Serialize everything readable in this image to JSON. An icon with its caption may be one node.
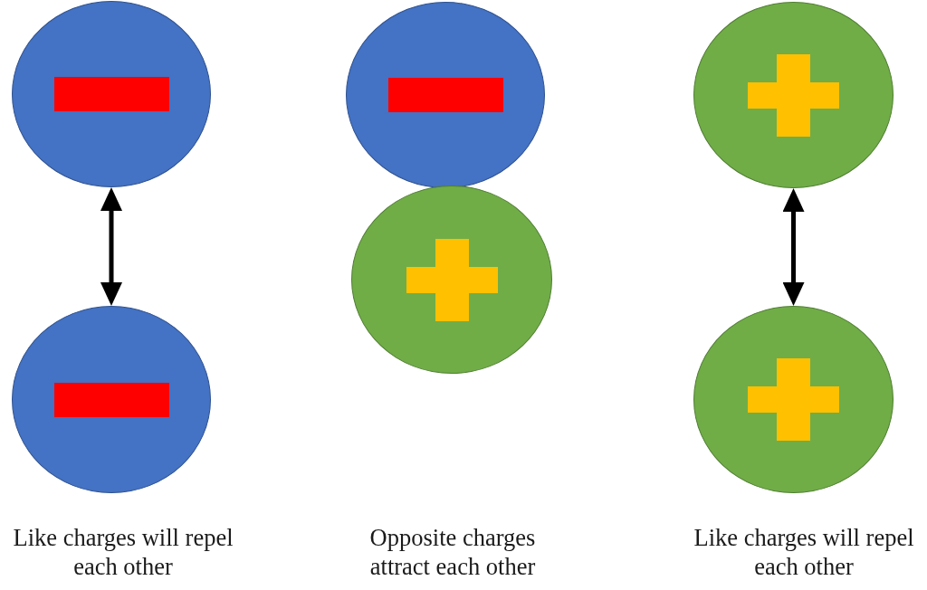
{
  "diagram": {
    "nodes": [
      {
        "text": [],
        "shape": "circle"
      },
      {
        "text": [],
        "shape": "circle"
      },
      {
        "text": [],
        "shape": "circle"
      },
      {
        "text": [],
        "shape": "circle"
      },
      {
        "text": [],
        "shape": "circle"
      },
      {
        "text": [],
        "shape": "circle"
      }
    ],
    "edges": [
      {
        "from": 0,
        "to": 1,
        "arrow": "both"
      },
      {
        "from": 4,
        "to": 5,
        "arrow": "both"
      }
    ],
    "labels": [
      "Like charges will repel each other",
      "Opposite charges attract each other",
      "Like charges will repel each other"
    ]
  }
}
